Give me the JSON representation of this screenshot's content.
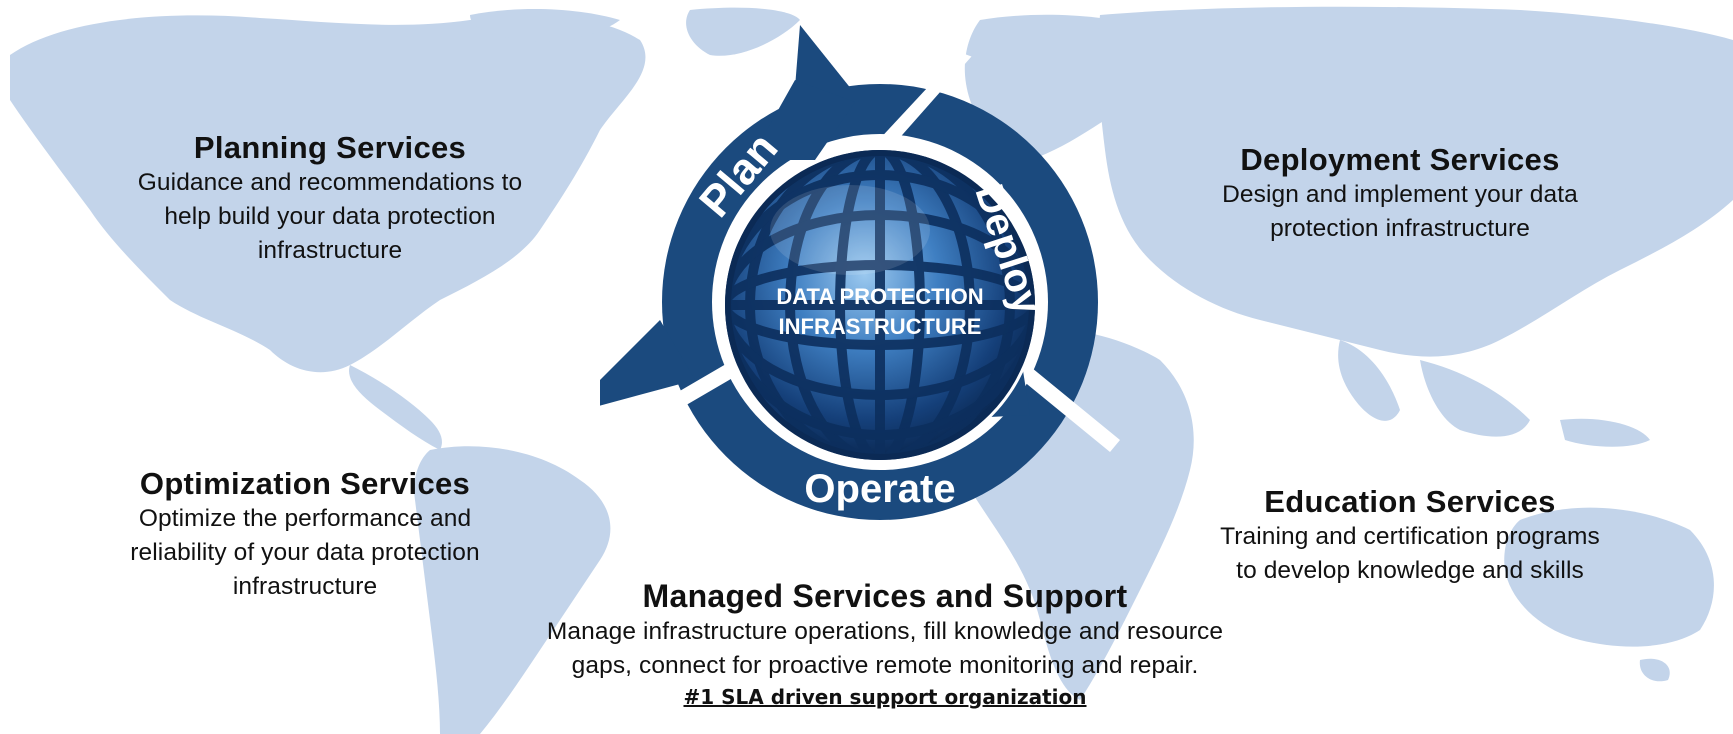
{
  "center_label": [
    "DATA PROTECTION",
    "INFRASTRUCTURE"
  ],
  "cycle": {
    "plan": "Plan",
    "deploy": "Deploy",
    "operate": "Operate"
  },
  "planning": {
    "title": "Planning Services",
    "lines": [
      "Guidance and recommendations to",
      "help build your data protection",
      "infrastructure"
    ]
  },
  "deployment": {
    "title": "Deployment Services",
    "lines": [
      "Design and implement your data",
      "protection infrastructure"
    ]
  },
  "optimization": {
    "title": "Optimization Services",
    "lines": [
      "Optimize the performance and",
      "reliability of your data protection",
      "infrastructure"
    ]
  },
  "education": {
    "title": "Education Services",
    "lines": [
      "Training and certification programs",
      "to develop knowledge and skills"
    ]
  },
  "managed": {
    "title": "Managed Services and Support",
    "lines": [
      "Manage infrastructure operations, fill knowledge and resource",
      "gaps, connect for proactive remote monitoring and repair."
    ],
    "sla": "#1 SLA driven support organization"
  },
  "colors": {
    "map": "#c3d4ea",
    "arrow": "#1b4a7e",
    "globe_light": "#7fb3e3",
    "globe_dark": "#0d2f5e"
  }
}
